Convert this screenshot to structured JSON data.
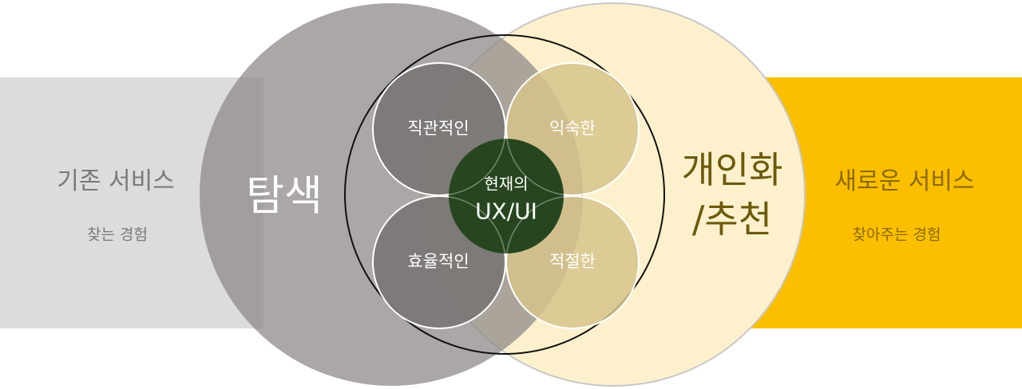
{
  "left_panel": {
    "title": "기존 서비스",
    "subtitle": "찾는 경험",
    "color": "#dcdcdc"
  },
  "right_panel": {
    "title": "새로운 서비스",
    "subtitle": "찾아주는 경험",
    "color": "#fbbf00"
  },
  "left_circle": {
    "label": "탐색",
    "color": "#a8a4a3"
  },
  "right_circle": {
    "label_line1": "개인화",
    "label_line2": "/추천",
    "color": "#fdf1cd"
  },
  "petals": {
    "top_left": "직관적인",
    "top_right": "익숙한",
    "bottom_left": "효율적인",
    "bottom_right": "적절한"
  },
  "core": {
    "title": "현재의",
    "subtitle": "UX/UI",
    "color": "#27461f"
  }
}
